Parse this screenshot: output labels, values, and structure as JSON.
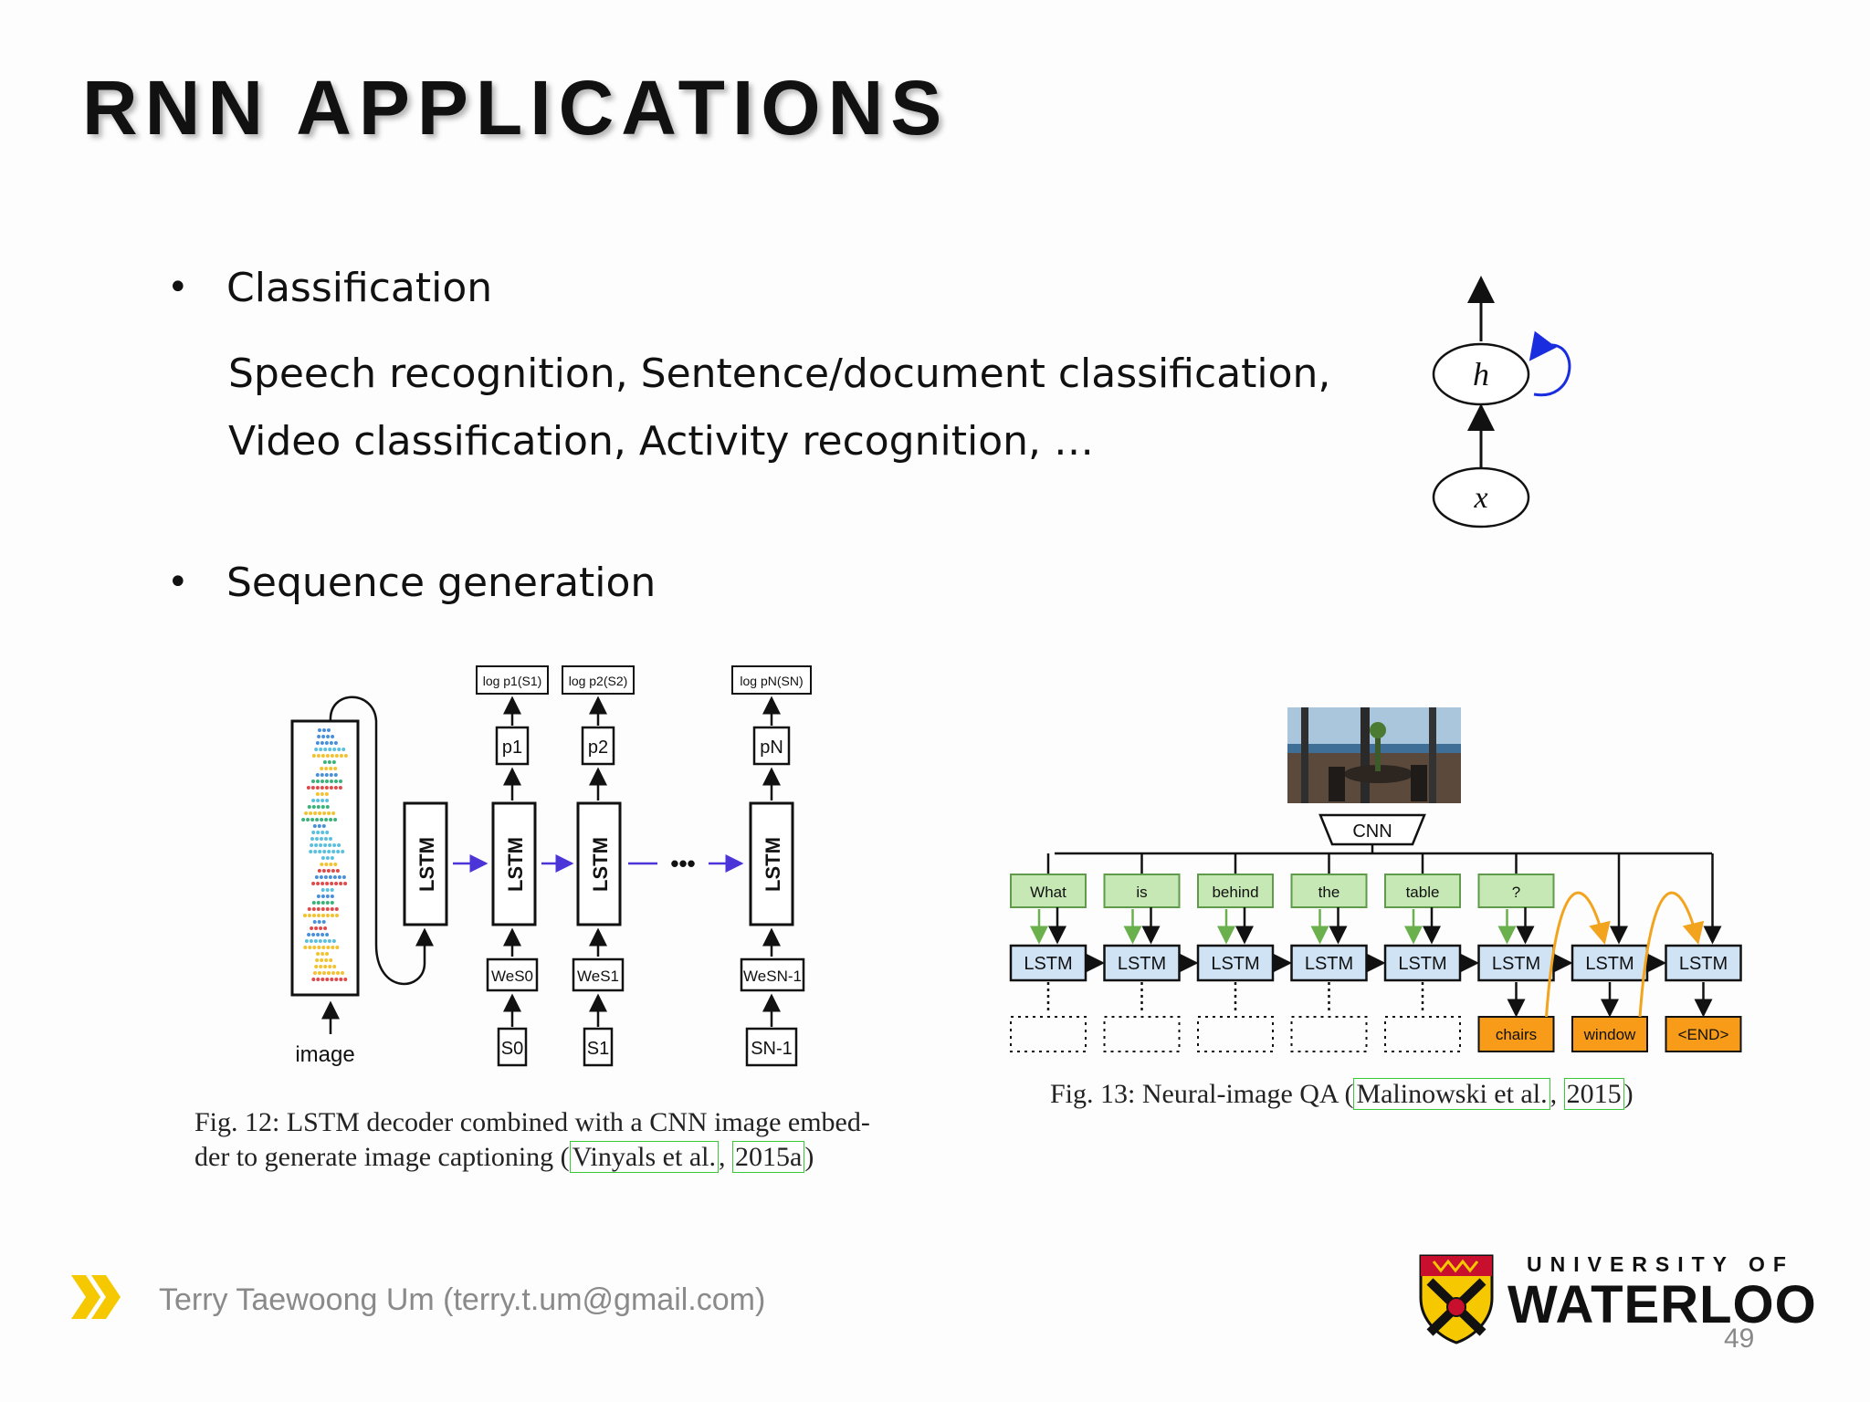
{
  "slide": {
    "title": "RNN APPLICATIONS",
    "bullets": [
      {
        "symbol": "•",
        "heading": "Classification",
        "lines": [
          "Speech recognition,  Sentence/document classification,",
          "Video classification,  Activity recognition, …"
        ]
      },
      {
        "symbol": "•",
        "heading": "Sequence generation"
      }
    ]
  },
  "rnn_diagram": {
    "hidden_label": "h",
    "input_label": "x",
    "loop_color": "#1a2ee0"
  },
  "fig12": {
    "image_label": "image",
    "first_lstm_label": "LSTM",
    "ellipsis": "•••",
    "columns": [
      {
        "logp": "log p1(S1)",
        "p": "p1",
        "lstm": "LSTM",
        "we": "WeS0",
        "s": "S0"
      },
      {
        "logp": "log p2(S2)",
        "p": "p2",
        "lstm": "LSTM",
        "we": "WeS1",
        "s": "S1"
      },
      {
        "logp": "log pN(SN)",
        "p": "pN",
        "lstm": "LSTM",
        "we": "WeSN-1",
        "s": "SN-1"
      }
    ],
    "caption": {
      "line1": "Fig. 12: LSTM decoder combined with a CNN image embed-",
      "line2_prefix": "der to generate image captioning (",
      "cite_author": "Vinyals et al.",
      "cite_sep": ", ",
      "cite_year": "2015a",
      "line2_suffix": ")"
    }
  },
  "fig13": {
    "cnn_label": "CNN",
    "questions": [
      "What",
      "is",
      "behind",
      "the",
      "table",
      "?"
    ],
    "lstm_label": "LSTM",
    "answers": [
      "chairs",
      "window",
      "<END>"
    ],
    "colors": {
      "question": "#c6e8b4",
      "lstm": "#cfe3f5",
      "answer": "#f79b18",
      "curve": "#f2a41e"
    },
    "caption": {
      "prefix": "Fig. 13: Neural-image QA (",
      "cite_author": "Malinowski et al.",
      "cite_sep": ", ",
      "cite_year": "2015",
      "suffix": ")"
    }
  },
  "footer": {
    "author": "Terry Taewoong Um (terry.t.um@gmail.com)",
    "page": "49",
    "university_top": "UNIVERSITY OF",
    "university_main": "WATERLOO",
    "chevron_icon": "double-chevron-icon",
    "accent_color": "#f5c800"
  }
}
